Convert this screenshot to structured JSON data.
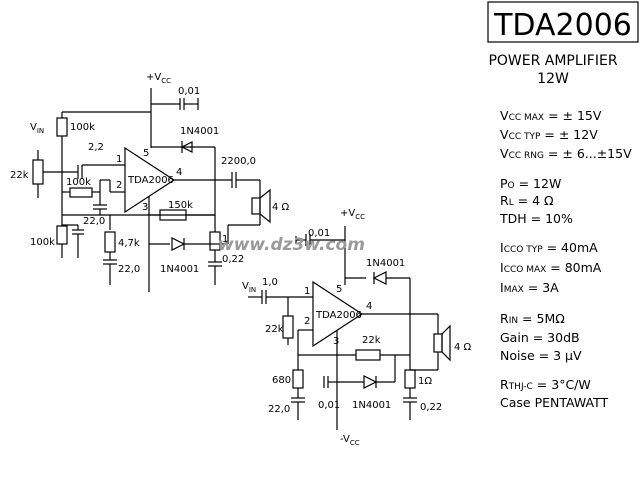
{
  "title": "TDA2006",
  "subtitle_line1": "POWER AMPLIFIER",
  "subtitle_line2": "12W",
  "watermark": "www.dz3w.com",
  "specs": [
    {
      "pre": "V",
      "sub": "CC MAX",
      "post": " = ± 15V"
    },
    {
      "pre": "V",
      "sub": "CC TYP",
      "post": " = ± 12V"
    },
    {
      "pre": "V",
      "sub": "CC RNG",
      "post": " = ± 6...±15V"
    },
    {
      "pre": "P",
      "sub": "O",
      "post": " = 12W"
    },
    {
      "pre": "R",
      "sub": "L",
      "post": " = 4 Ω"
    },
    {
      "pre": "TDH",
      "sub": "",
      "post": " = 10%"
    },
    {
      "pre": "I",
      "sub": "CCO TYP",
      "post": " = 40mA"
    },
    {
      "pre": "I",
      "sub": "CCO MAX",
      "post": " = 80mA"
    },
    {
      "pre": "I",
      "sub": "MAX",
      "post": " =  3A"
    },
    {
      "pre": "R",
      "sub": "IN",
      "post": " =  5MΩ"
    },
    {
      "pre": "Gain",
      "sub": "",
      "post": " =  30dB"
    },
    {
      "pre": "Noise",
      "sub": "",
      "post": " =  3 μV"
    },
    {
      "pre": "R",
      "sub": "THJ-C",
      "post": " = 3°C/W"
    },
    {
      "pre": "Case",
      "sub": "",
      "post": "  PENTAWATT"
    }
  ],
  "circuit1": {
    "ic": "TDA2006",
    "vcc": "+V",
    "vcc_sub": "CC",
    "vin": "V",
    "vin_sub": "IN",
    "c_top": "0,01",
    "c_in": "2,2",
    "r_bias_top": "100k",
    "r_in_mid": "100k",
    "r_bias_bot": "100k",
    "r_pot": "22k",
    "c_mid": "22,0",
    "r_fb": "150k",
    "r_gnd": "4,7k",
    "c_gnd": "22,0",
    "diode_top": "1N4001",
    "diode_bot": "1N4001",
    "c_out": "2200,0",
    "spk": "4 Ω",
    "r_zobel": "1",
    "c_zobel": "0,22",
    "pin1": "1",
    "pin2": "2",
    "pin3": "3",
    "pin4": "4",
    "pin5": "5"
  },
  "circuit2": {
    "ic": "TDA2006",
    "vcc": "+V",
    "vcc_sub": "CC",
    "vee": "-V",
    "vee_sub": "CC",
    "vin": "V",
    "vin_sub": "IN",
    "c_top": "0,01",
    "c_in": "1,0",
    "r_in": "22k",
    "r_fb": "22k",
    "r_gnd": "680",
    "c_gnd": "22,0",
    "c_neg": "0,01",
    "diode_top": "1N4001",
    "diode_bot": "1N4001",
    "spk": "4 Ω",
    "r_zobel": "1Ω",
    "c_zobel": "0,22",
    "pin1": "1",
    "pin2": "2",
    "pin3": "3",
    "pin4": "4",
    "pin5": "5"
  }
}
